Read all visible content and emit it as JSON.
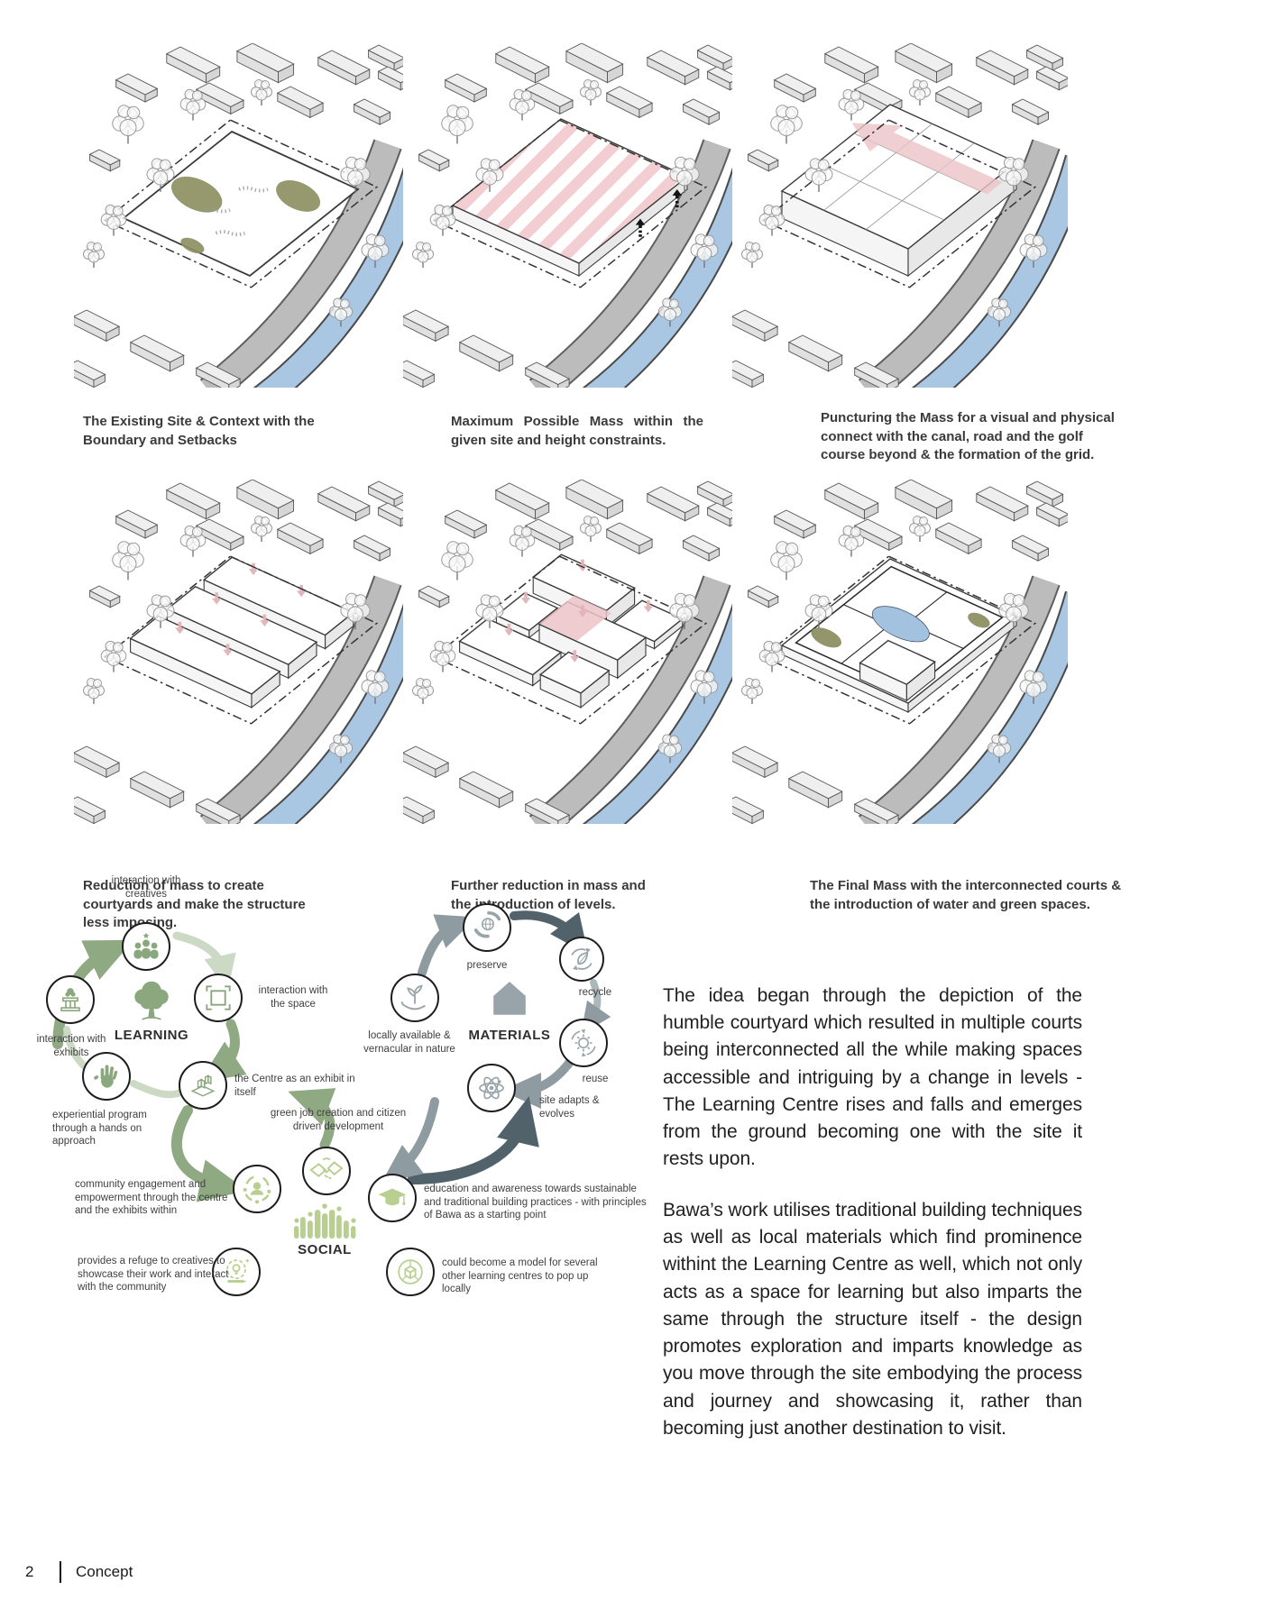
{
  "footer": {
    "page_number": "2",
    "divider": "|",
    "section": "Concept"
  },
  "diagrams": [
    {
      "id": "existing-site",
      "stage": "site",
      "caption": "The Existing Site & Context with the Boundary and Setbacks"
    },
    {
      "id": "maximum-mass",
      "stage": "mass",
      "caption": "Maximum Possible Mass within the given site and height constraints."
    },
    {
      "id": "puncturing-mass",
      "stage": "puncture",
      "caption": "Puncturing the Mass for a visual and physical connect with the canal, road and the golf course beyond & the formation of the grid."
    },
    {
      "id": "reduction-mass",
      "stage": "reduce",
      "caption": "Reduction of mass to create courtyards and make the structure less imposing."
    },
    {
      "id": "further-reduction",
      "stage": "levels",
      "caption": "Further reduction in mass and the introduction of levels."
    },
    {
      "id": "final-mass",
      "stage": "final",
      "caption": "The Final Mass with the interconnected courts & the introduction of water and green spaces."
    }
  ],
  "ecosystem": {
    "learning": {
      "label": "LEARNING",
      "icon": "tree-icon",
      "nodes": [
        {
          "label": "interaction with creatives",
          "icon": "people-group-icon"
        },
        {
          "label": "interaction with the space",
          "icon": "frame-icon"
        },
        {
          "label": "interaction with exhibits",
          "icon": "exhibit-stand-icon"
        },
        {
          "label": "experiential program through a hands on approach",
          "icon": "hand-icon"
        },
        {
          "label": "the Centre as an exhibit in itself",
          "icon": "exhibit-model-icon"
        },
        {
          "label": "community engagement and empowerment through the centre and the exhibits within",
          "icon": "community-icon"
        },
        {
          "label": "green job creation and citizen driven development",
          "icon": "handshake-icon"
        },
        {
          "label": "provides a refuge to creatives to showcase their work and interact with the community",
          "icon": "idea-tool-icon"
        }
      ]
    },
    "materials": {
      "label": "MATERIALS",
      "icon": "house-icon",
      "nodes": [
        {
          "label": "preserve",
          "icon": "hands-globe-icon"
        },
        {
          "label": "recycle",
          "icon": "leaf-cycle-icon"
        },
        {
          "label": "reuse",
          "icon": "gear-cycle-icon"
        },
        {
          "label": "site adapts & evolves",
          "icon": "atom-icon"
        },
        {
          "label": "locally available & vernacular in nature",
          "icon": "hand-plant-icon"
        }
      ]
    },
    "social": {
      "label": "SOCIAL",
      "icon": "crowd-icon",
      "nodes": [
        {
          "label": "education and awareness towards sustainable and traditional building practices - with principles of Bawa as a starting point",
          "icon": "graduation-cap-icon"
        },
        {
          "label": "could become a model for several other learning centres to pop up locally",
          "icon": "cube-network-icon"
        }
      ]
    }
  },
  "paragraphs": [
    "The idea began through the depiction of the humble courtyard which resulted in multiple courts being interconnected all the while making spaces accessible and intriguing by a change in levels - The Learning Centre rises and falls and emerges from the ground becoming one with the site it rests upon.",
    "Bawa’s work utilises traditional building techniques as well as local materials which find prominence withint the Learning Centre as well, which not only acts as a space for learning but also imparts the same through the structure itself - the design promotes exploration and imparts knowledge as you move through the site embodying the process and journey and showcasing it, rather than becoming just another destination to visit."
  ],
  "colors": {
    "sage_green": "#8ba77d",
    "lime_green": "#b8cf90",
    "materials_gray": "#98a4a9",
    "canal_blue": "#a9c6e3",
    "site_olive": "#8d8f62",
    "mass_pink": "#f2cdd1"
  }
}
